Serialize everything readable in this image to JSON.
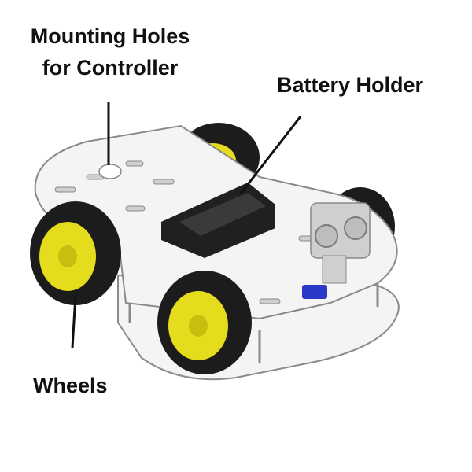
{
  "labels": {
    "mounting_line1": "Mounting Holes",
    "mounting_line2": "for Controller",
    "battery_holder": "Battery Holder",
    "wheels": "Wheels"
  },
  "colors": {
    "plate": "#f4f4f4",
    "plate_edge": "#8a8a8a",
    "tire": "#1c1c1c",
    "hub": "#e6dc1e",
    "battery": "#202020",
    "sensor": "#cfcfcf",
    "servo": "#2a39c9",
    "leader": "#111111"
  }
}
